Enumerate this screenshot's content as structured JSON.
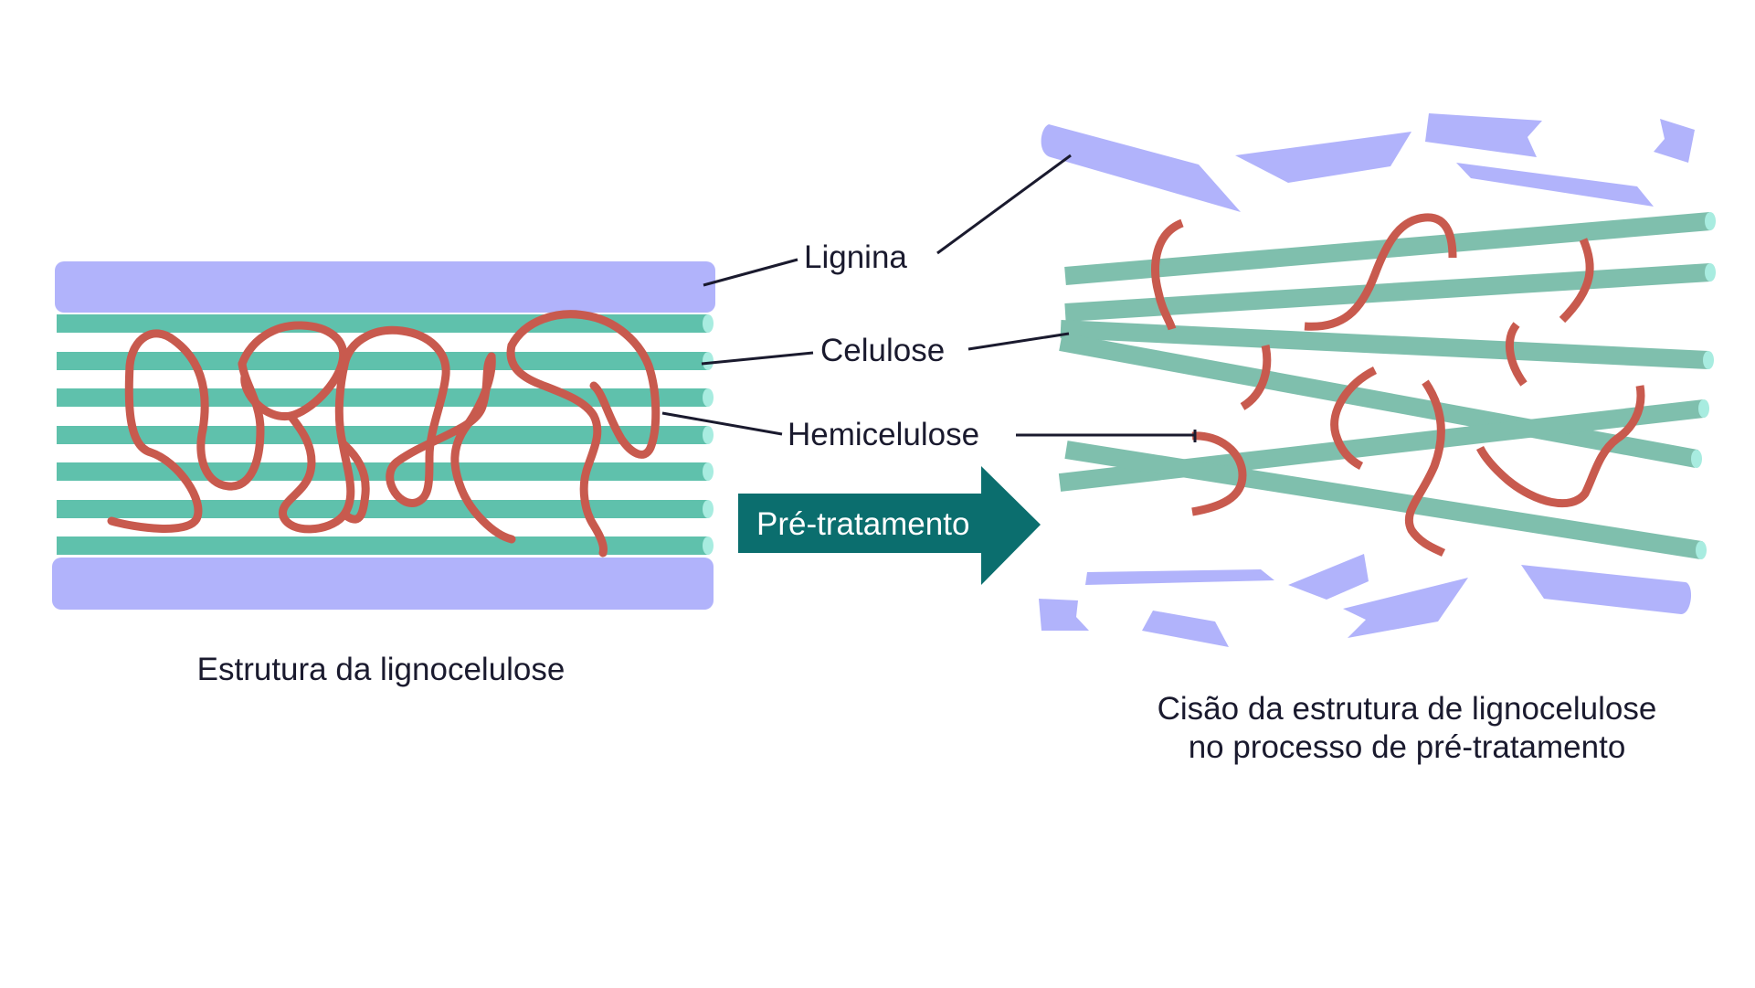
{
  "labels": {
    "lignin": "Lignina",
    "cellulose": "Celulose",
    "hemicellulose": "Hemicelulose"
  },
  "arrow": {
    "label": "Pré-tratamento"
  },
  "captions": {
    "left": "Estrutura da lignocelulose",
    "right_line1": "Cisão da estrutura de lignocelulose",
    "right_line2": "no processo de pré-tratamento"
  },
  "colors": {
    "lignin": "#b1b3fb",
    "cellulose_intact": "#5fc1ac",
    "cellulose_broken": "#7fbfad",
    "cellulose_end": "#a8ece0",
    "hemicellulose": "#c85a4e",
    "arrow": "#0b6e6e",
    "text": "#1a1a2e"
  }
}
